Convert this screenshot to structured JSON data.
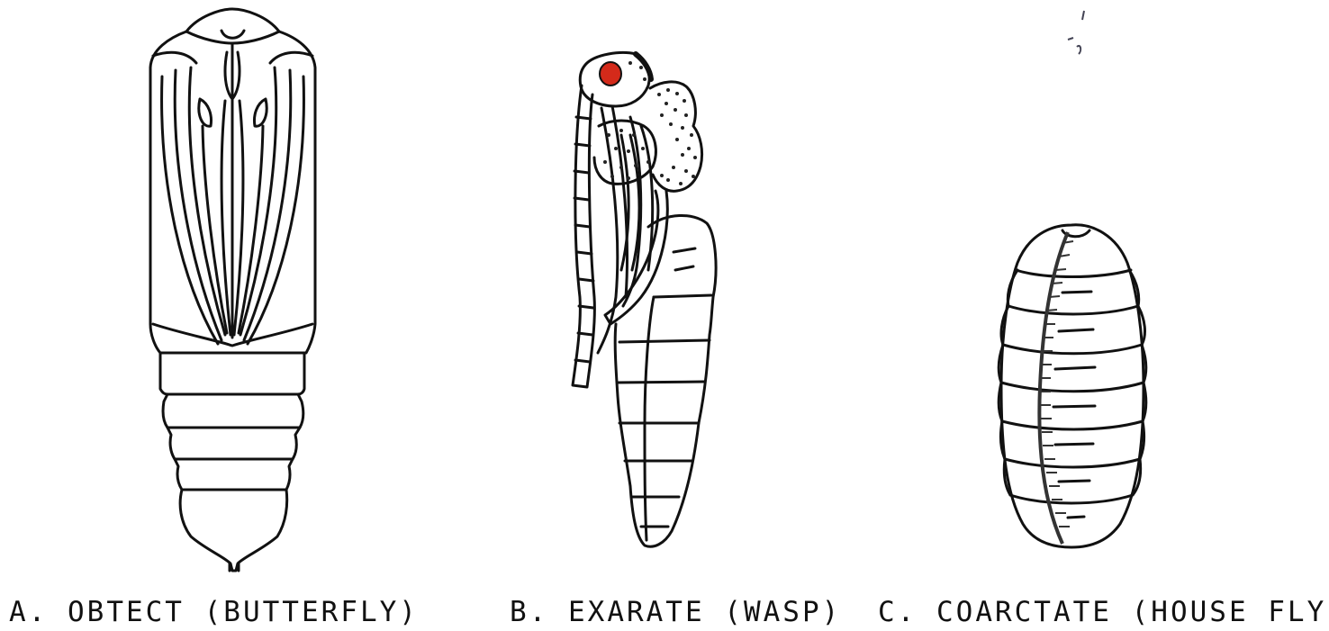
{
  "figure": {
    "panels": [
      {
        "label": "A. OBTECT (BUTTERFLY)",
        "subject": "butterfly-pupa"
      },
      {
        "label": "B. EXARATE (WASP)",
        "subject": "wasp-pupa"
      },
      {
        "label": "C. COARCTATE (HOUSE FLY)",
        "subject": "house-fly-puparium"
      }
    ],
    "colors": {
      "ink": "#111111",
      "eye": "#d42a1a",
      "background": "#ffffff"
    }
  }
}
